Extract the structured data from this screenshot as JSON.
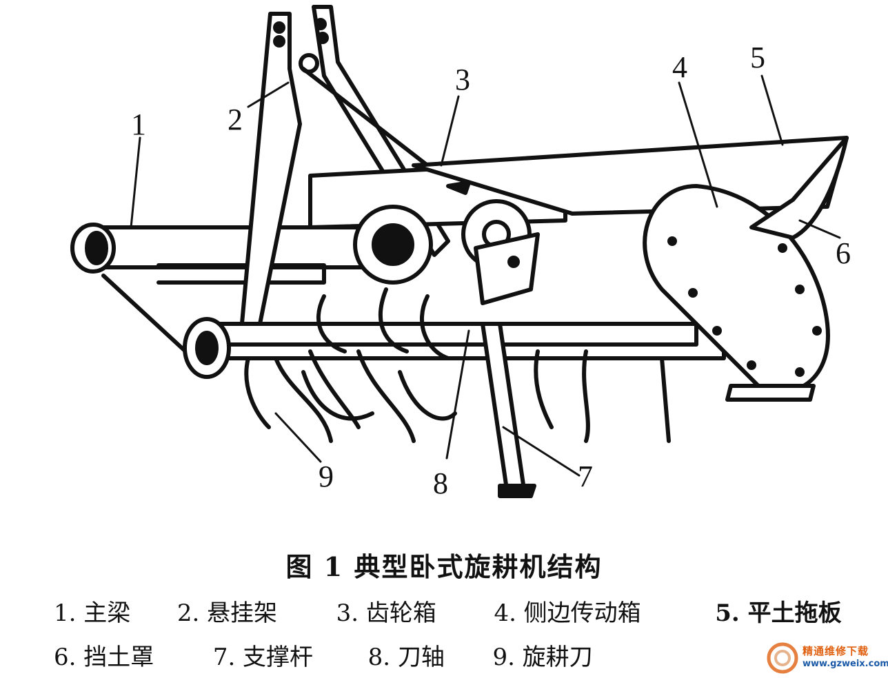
{
  "figure": {
    "caption": "图 1    典型卧式旋耕机结构",
    "callouts": [
      "1",
      "2",
      "3",
      "4",
      "5",
      "6",
      "7",
      "8",
      "9"
    ]
  },
  "legend": {
    "row1": [
      "1. 主梁",
      "2. 悬挂架",
      "3. 齿轮箱",
      "4. 侧边传动箱",
      "5. 平土拖板"
    ],
    "row2": [
      "6. 挡土罩",
      "7. 支撑杆",
      "8. 刀轴",
      "9. 旋耕刀"
    ]
  },
  "watermark": {
    "title": "精通维修下载",
    "url": "www.gzweix.com",
    "accent": "#e06010",
    "url_color": "#1b5aa8"
  }
}
